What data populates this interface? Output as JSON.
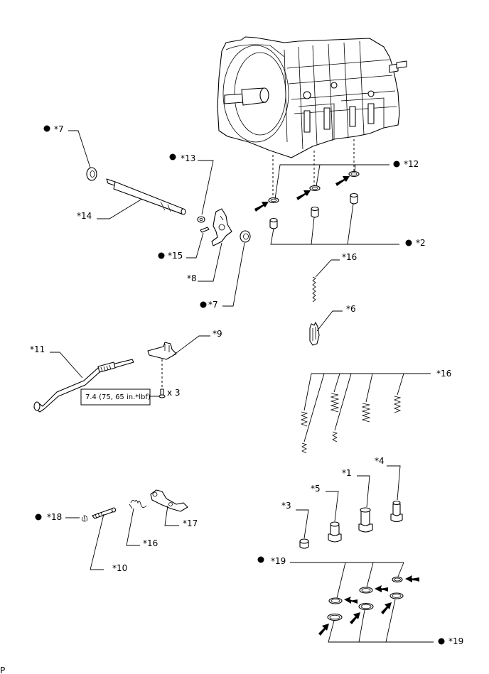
{
  "labels": {
    "l7a": "*7",
    "l13": "*13",
    "l12": "*12",
    "l14": "*14",
    "l2": "*2",
    "l15": "*15",
    "l16a": "*16",
    "l8": "*8",
    "l7b": "*7",
    "l6": "*6",
    "l9": "*9",
    "l11": "*11",
    "l16b": "*16",
    "l4": "*4",
    "l1": "*1",
    "l5": "*5",
    "l3": "*3",
    "l18": "*18",
    "l17": "*17",
    "l16c": "*16",
    "l10": "*10",
    "l19a": "*19",
    "l19b": "*19"
  },
  "torque_spec": "7.4 (75, 65 in.*lbf)",
  "bolt_count": "x 3",
  "figure_code": "P"
}
